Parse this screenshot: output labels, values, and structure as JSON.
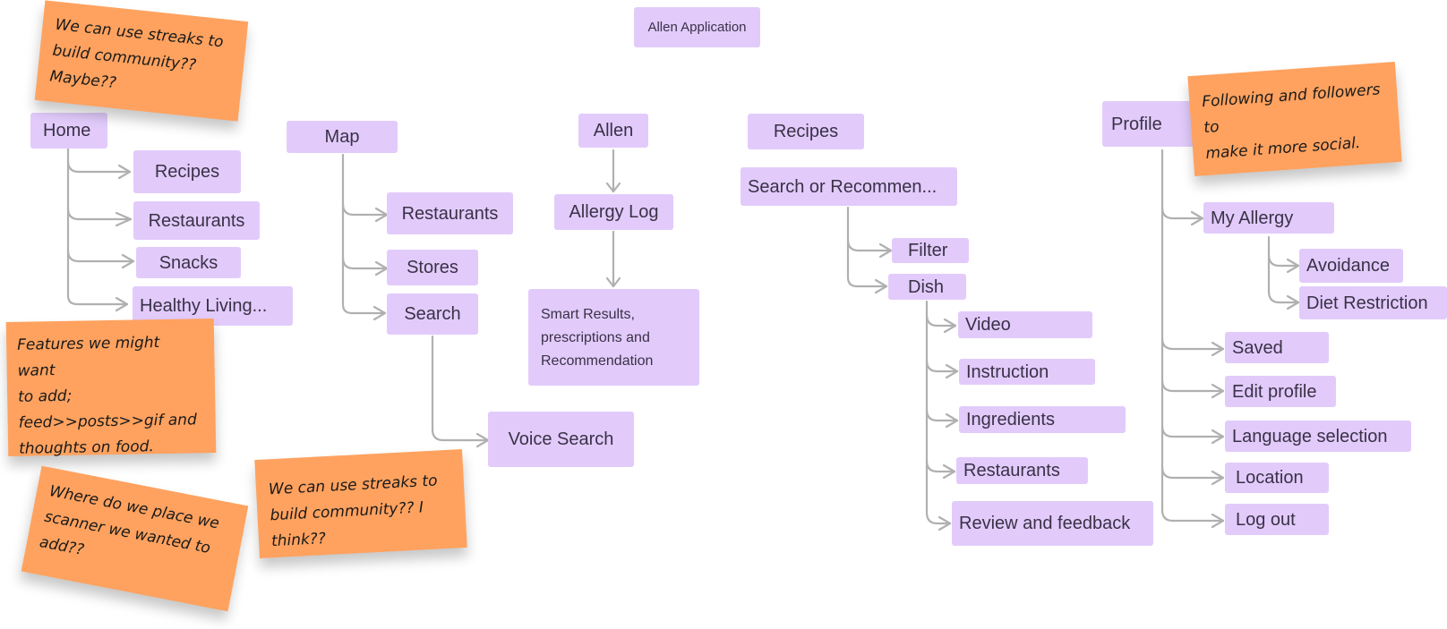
{
  "title": "Allen Application",
  "columns": {
    "home": {
      "root": "Home",
      "children": [
        "Recipes",
        "Restaurants",
        "Snacks",
        "Healthy Living..."
      ]
    },
    "map": {
      "root": "Map",
      "children": [
        "Restaurants",
        "Stores",
        "Search"
      ],
      "search_child": "Voice Search"
    },
    "allen": {
      "root": "Allen",
      "log": "Allergy Log",
      "result_lines": [
        "Smart Results,",
        "prescriptions and",
        "Recommendation"
      ]
    },
    "recipes": {
      "root": "Recipes",
      "search": "Search or Recommen...",
      "children": [
        "Filter",
        "Dish"
      ],
      "dish_children": [
        "Video",
        "Instruction",
        "Ingredients",
        "Restaurants",
        "Review and feedback"
      ]
    },
    "profile": {
      "root": "Profile",
      "my_allergy": "My Allergy",
      "allergy_children": [
        "Avoidance",
        "Diet Restriction"
      ],
      "children": [
        "Saved",
        "Edit profile",
        "Language selection",
        "Location",
        "Log out"
      ]
    }
  },
  "stickies": [
    {
      "lines": [
        "We can use streaks to",
        "build community?? Maybe??"
      ]
    },
    {
      "lines": [
        "Features we might want",
        "to add;",
        "feed>>posts>>gif and",
        "thoughts on food."
      ]
    },
    {
      "lines": [
        "Where do we place we",
        "scanner we wanted to",
        "add??"
      ]
    },
    {
      "lines": [
        "We can use streaks to",
        "build community?? I think??"
      ]
    },
    {
      "lines": [
        "Following and followers to",
        "make it more social."
      ]
    }
  ]
}
